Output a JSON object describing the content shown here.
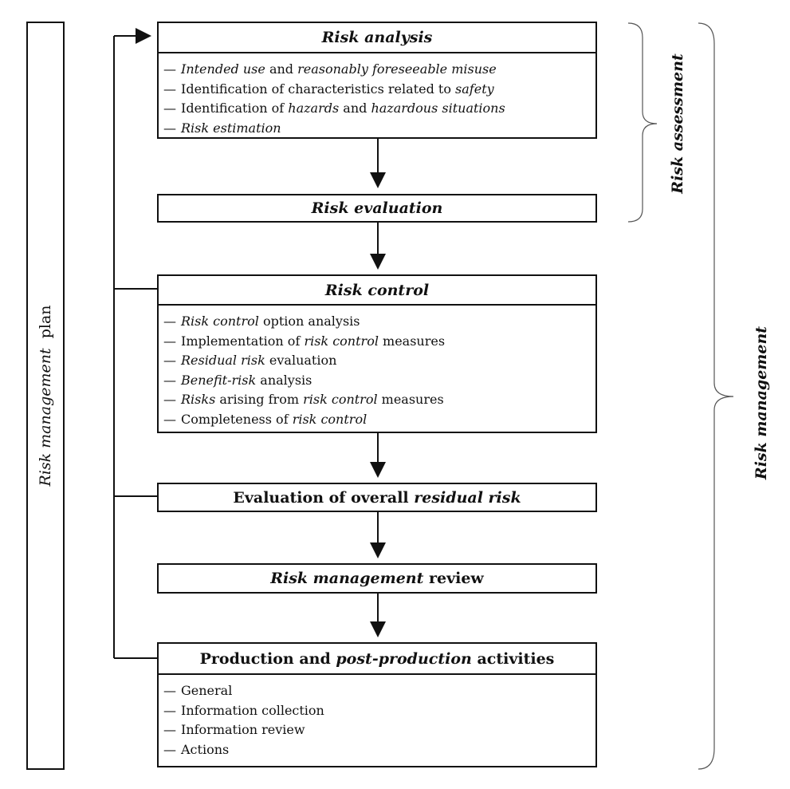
{
  "side_plan": {
    "label_italic": "Risk management",
    "label_plain": "plan"
  },
  "boxes": {
    "risk_analysis": {
      "title": "Risk analysis",
      "items": [
        [
          {
            "t": "Intended use",
            "i": true
          },
          {
            "t": " and ",
            "i": false
          },
          {
            "t": "reasonably foreseeable misuse",
            "i": true
          }
        ],
        [
          {
            "t": "Identification of characteristics related to ",
            "i": false
          },
          {
            "t": "safety",
            "i": true
          }
        ],
        [
          {
            "t": "Identification of ",
            "i": false
          },
          {
            "t": "hazards",
            "i": true
          },
          {
            "t": " and ",
            "i": false
          },
          {
            "t": "hazardous situations",
            "i": true
          }
        ],
        [
          {
            "t": "Risk estimation",
            "i": true
          }
        ]
      ]
    },
    "risk_evaluation": {
      "title": "Risk evaluation"
    },
    "risk_control": {
      "title": "Risk control",
      "items": [
        [
          {
            "t": "Risk control",
            "i": true
          },
          {
            "t": " option analysis",
            "i": false
          }
        ],
        [
          {
            "t": "Implementation of ",
            "i": false
          },
          {
            "t": "risk control",
            "i": true
          },
          {
            "t": " measures",
            "i": false
          }
        ],
        [
          {
            "t": "Residual risk",
            "i": true
          },
          {
            "t": " evaluation",
            "i": false
          }
        ],
        [
          {
            "t": "Benefit-risk",
            "i": true
          },
          {
            "t": " analysis",
            "i": false
          }
        ],
        [
          {
            "t": "Risks",
            "i": true
          },
          {
            "t": " arising from ",
            "i": false
          },
          {
            "t": "risk control",
            "i": true
          },
          {
            "t": " measures",
            "i": false
          }
        ],
        [
          {
            "t": "Completeness of ",
            "i": false
          },
          {
            "t": "risk control",
            "i": true
          }
        ]
      ]
    },
    "overall_residual": {
      "title_plain": "Evaluation of overall ",
      "title_italic": "residual risk"
    },
    "review": {
      "title_italic": "Risk management",
      "title_plain": " review"
    },
    "production": {
      "title_plain_1": "Production and ",
      "title_italic": "post-production",
      "title_plain_2": " activities",
      "items": [
        [
          {
            "t": "General",
            "i": false
          }
        ],
        [
          {
            "t": "Information collection",
            "i": false
          }
        ],
        [
          {
            "t": "Information review",
            "i": false
          }
        ],
        [
          {
            "t": "Actions",
            "i": false
          }
        ]
      ]
    }
  },
  "brackets": {
    "assessment": "Risk assessment",
    "management": "Risk management"
  },
  "dash": "—"
}
